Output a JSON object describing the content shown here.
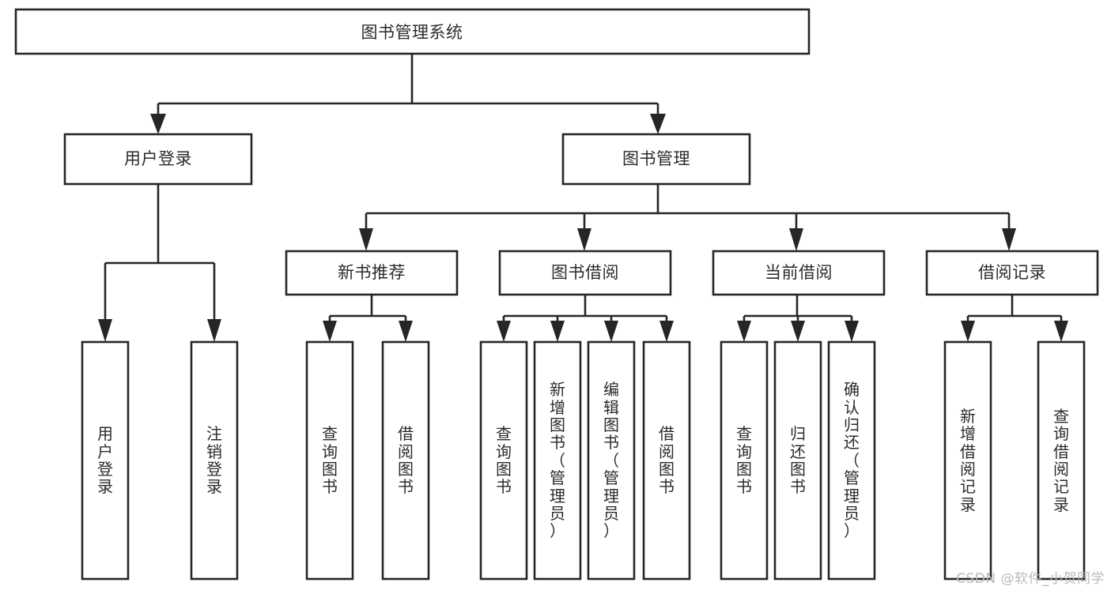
{
  "diagram": {
    "type": "tree-hierarchy",
    "title": "图书管理系统",
    "watermark": "CSDN @软件_小贺同学",
    "colors": {
      "stroke": "#262626",
      "box_fill": "#ffffff",
      "text": "#2b2b2b",
      "background": "#ffffff",
      "watermark": "#b9b9b9"
    },
    "levels": {
      "level0": [
        {
          "id": "root",
          "label": "图书管理系统",
          "orientation": "horizontal"
        }
      ],
      "level1": [
        {
          "id": "user-login",
          "label": "用户登录",
          "orientation": "horizontal"
        },
        {
          "id": "book-manage",
          "label": "图书管理",
          "orientation": "horizontal"
        }
      ],
      "level2": [
        {
          "id": "new-book-rec",
          "label": "新书推荐",
          "orientation": "horizontal",
          "parent": "book-manage"
        },
        {
          "id": "book-borrow",
          "label": "图书借阅",
          "orientation": "horizontal",
          "parent": "book-manage"
        },
        {
          "id": "current-borrow",
          "label": "当前借阅",
          "orientation": "horizontal",
          "parent": "book-manage"
        },
        {
          "id": "borrow-record",
          "label": "借阅记录",
          "orientation": "horizontal",
          "parent": "book-manage"
        }
      ],
      "level3": [
        {
          "id": "leaf-user-login",
          "label": "用户登录",
          "orientation": "vertical",
          "parent": "user-login"
        },
        {
          "id": "leaf-logout",
          "label": "注销登录",
          "orientation": "vertical",
          "parent": "user-login"
        },
        {
          "id": "leaf-query-book-1",
          "label": "查询图书",
          "orientation": "vertical",
          "parent": "new-book-rec"
        },
        {
          "id": "leaf-borrow-book-1",
          "label": "借阅图书",
          "orientation": "vertical",
          "parent": "new-book-rec"
        },
        {
          "id": "leaf-query-book-2",
          "label": "查询图书",
          "orientation": "vertical",
          "parent": "book-borrow"
        },
        {
          "id": "leaf-add-book",
          "label": "新增图书（管理员）",
          "orientation": "vertical",
          "parent": "book-borrow"
        },
        {
          "id": "leaf-edit-book",
          "label": "编辑图书（管理员）",
          "orientation": "vertical",
          "parent": "book-borrow"
        },
        {
          "id": "leaf-borrow-book-2",
          "label": "借阅图书",
          "orientation": "vertical",
          "parent": "book-borrow"
        },
        {
          "id": "leaf-query-book-3",
          "label": "查询图书",
          "orientation": "vertical",
          "parent": "current-borrow"
        },
        {
          "id": "leaf-return-book",
          "label": "归还图书",
          "orientation": "vertical",
          "parent": "current-borrow"
        },
        {
          "id": "leaf-confirm-return",
          "label": "确认归还（管理员）",
          "orientation": "vertical",
          "parent": "current-borrow"
        },
        {
          "id": "leaf-add-record",
          "label": "新增借阅记录",
          "orientation": "vertical",
          "parent": "borrow-record"
        },
        {
          "id": "leaf-query-record",
          "label": "查询借阅记录",
          "orientation": "vertical",
          "parent": "borrow-record"
        }
      ]
    }
  }
}
